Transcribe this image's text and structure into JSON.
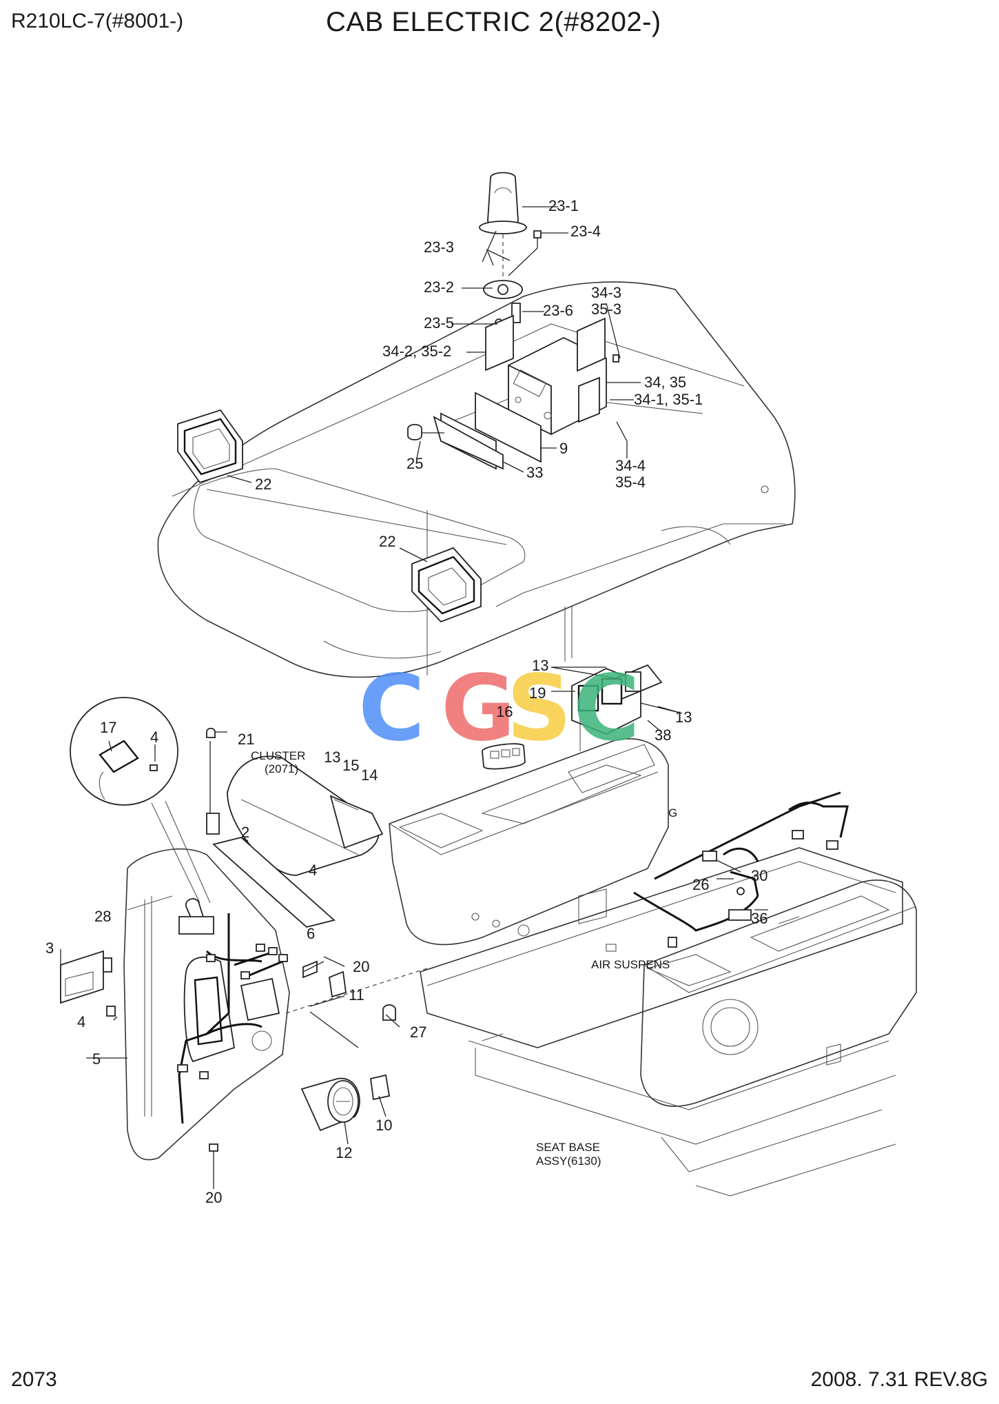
{
  "header": {
    "model": "R210LC-7(#8001-)",
    "title": "CAB ELECTRIC 2(#8202-)"
  },
  "footer": {
    "page_number": "2073",
    "revision": "2008. 7.31  REV.8G"
  },
  "watermark": {
    "letters": [
      "C",
      "G",
      "S",
      "C"
    ],
    "colors": [
      "#4f8ef7",
      "#ef6b6b",
      "#f7cc3f",
      "#3bb37a"
    ]
  },
  "notes": {
    "cluster": "CLUSTER",
    "cluster_ref": "(2071)",
    "air_suspension": "AIR SUSPENS",
    "seat_base": "SEAT BASE",
    "seat_base_ref": "ASSY(6130)",
    "partial_g": "G"
  },
  "callouts": {
    "c23_1": "23-1",
    "c23_4": "23-4",
    "c23_3": "23-3",
    "c23_2": "23-2",
    "c23_6": "23-6",
    "c23_5": "23-5",
    "c34_3": "34-3",
    "c35_3": "35-3",
    "c34_2": "34-2, 35-2",
    "c34_35": "34, 35",
    "c34_1": "34-1, 35-1",
    "c9": "9",
    "c25": "25",
    "c33": "33",
    "c34_4": "34-4",
    "c35_4": "35-4",
    "c22a": "22",
    "c22b": "22",
    "c13a": "13",
    "c19": "19",
    "c13b": "13",
    "c38": "38",
    "c16": "16",
    "c17": "17",
    "c4a": "4",
    "c21": "21",
    "c13c": "13",
    "c15": "15",
    "c14": "14",
    "c2": "2",
    "c4b": "4",
    "c6": "6",
    "c28": "28",
    "c3": "3",
    "c20a": "20",
    "c11": "11",
    "c4c": "4",
    "c27": "27",
    "c5": "5",
    "c10": "10",
    "c12": "12",
    "c20b": "20",
    "c26": "26",
    "c30": "30",
    "c36": "36"
  }
}
